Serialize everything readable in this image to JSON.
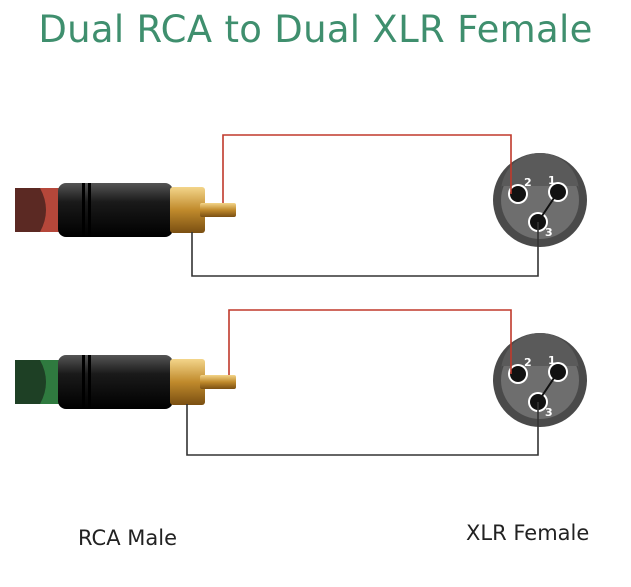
{
  "title": "Dual RCA to Dual XLR Female",
  "labels": {
    "rca": "RCA Male",
    "xlr": "XLR Female"
  },
  "pins": {
    "p1": "1",
    "p2": "2",
    "p3": "3"
  },
  "colors": {
    "title": "#3f8f6e",
    "signal_wire": "#c0392b",
    "ground_wire": "#333333",
    "rca_top_sleeve": "#b5473a",
    "rca_bottom_sleeve": "#2f7a3f"
  }
}
